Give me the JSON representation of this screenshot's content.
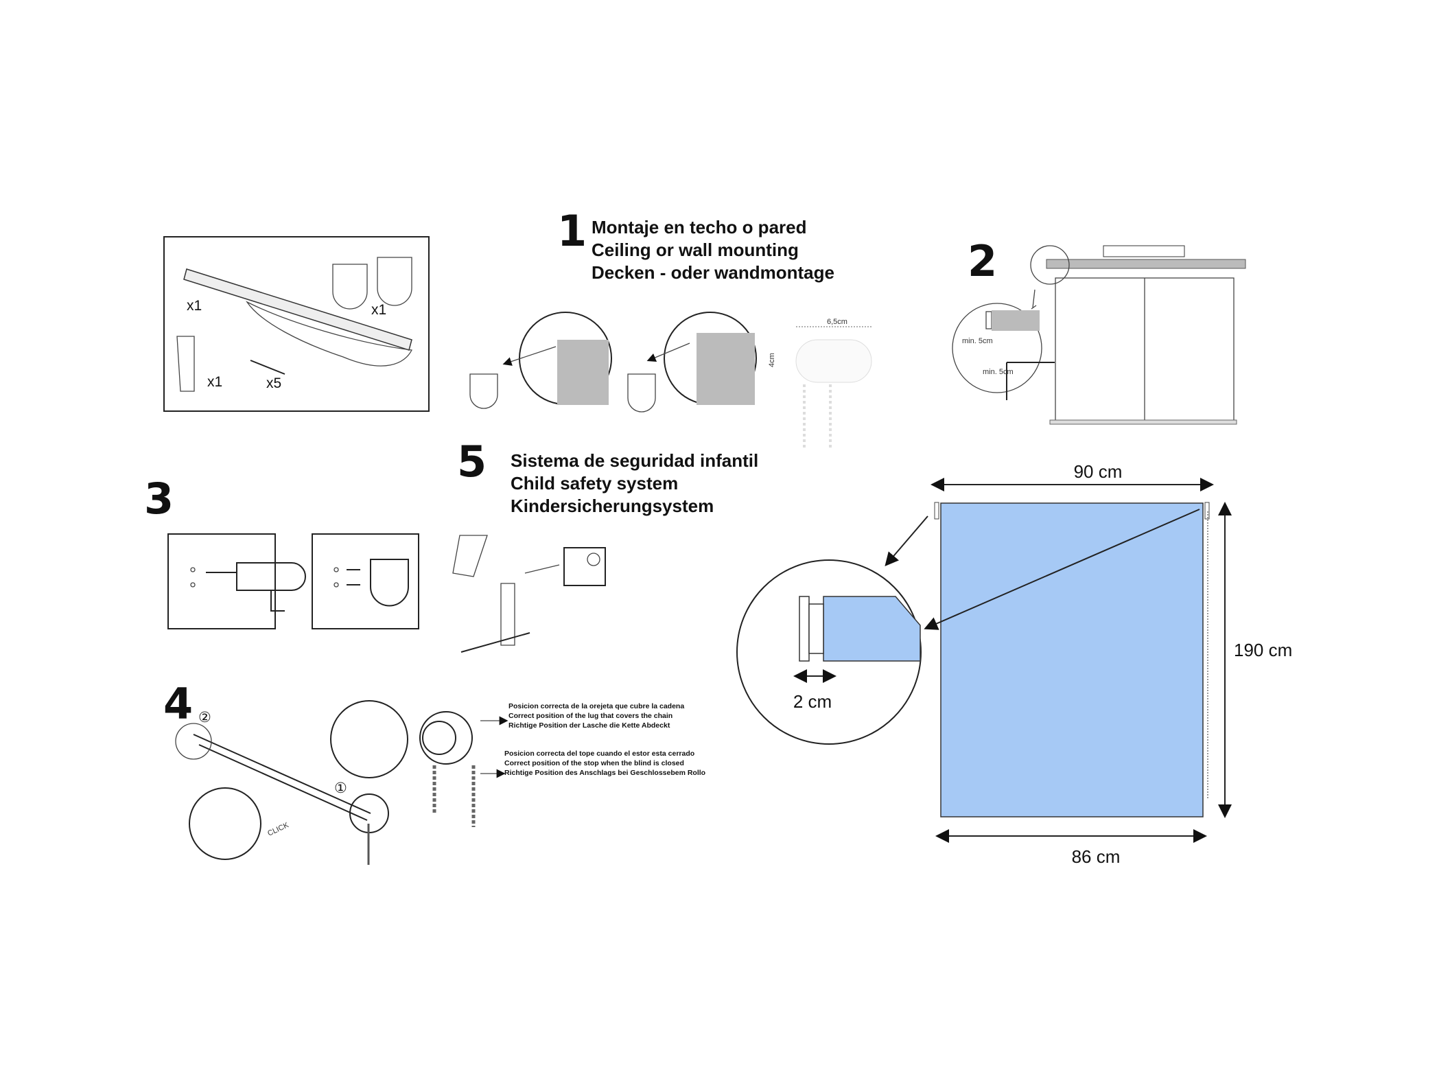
{
  "parts": {
    "rail_qty": "x1",
    "bracket_qty": "x1",
    "clip_qty": "x1",
    "screw_qty": "x5"
  },
  "step1": {
    "number": "1",
    "lines": [
      "Montaje en techo o pared",
      "Ceiling or wall mounting",
      "Decken - oder wandmontage"
    ],
    "width_label": "6,5cm",
    "height_label": "4cm"
  },
  "step2": {
    "number": "2",
    "min_vertical": "min. 5cm",
    "min_horizontal": "min. 5cm"
  },
  "step3": {
    "number": "3"
  },
  "step4": {
    "number": "4",
    "marker1": "①",
    "marker2": "②",
    "click": "CLICK"
  },
  "step5": {
    "number": "5",
    "lines": [
      "Sistema de seguridad infantil",
      "Child safety system",
      "Kindersicherungsystem"
    ]
  },
  "notes": {
    "lug": [
      "Posicion correcta de la orejeta que cubre la cadena",
      "Correct position of the lug that covers the chain",
      "Richtige Position der Lasche die Kette Abdeckt"
    ],
    "stop": [
      "Posicion correcta del tope cuando el estor esta cerrado",
      "Correct position of the stop when the blind is closed",
      "Richtige Position des Anschlags bei Geschlossebem Rollo"
    ]
  },
  "dimensions": {
    "top_width": "90 cm",
    "height": "190 cm",
    "bottom_width": "86 cm",
    "bracket_offset": "2 cm"
  },
  "colors": {
    "blind": "#a6c9f5"
  }
}
